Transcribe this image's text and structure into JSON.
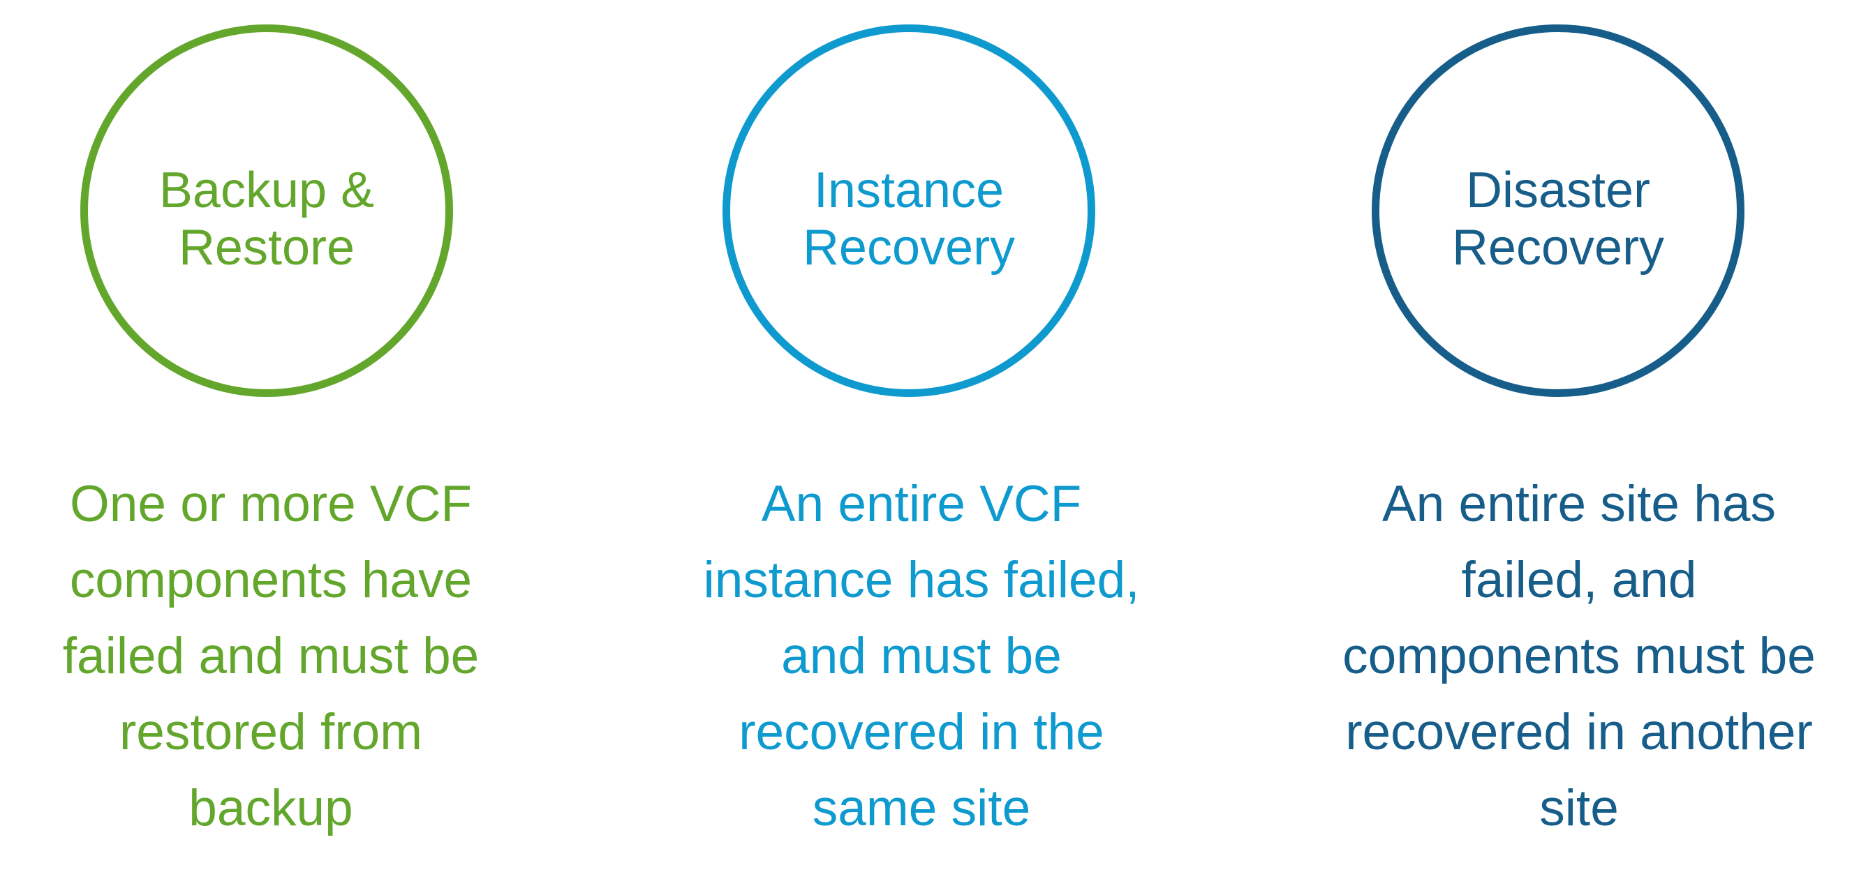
{
  "page": {
    "background_color": "#FFFFFF"
  },
  "columns": [
    {
      "id": "backup-restore",
      "color": "#63A62C",
      "label_lines": [
        "Backup &",
        "Restore"
      ],
      "description_lines": [
        "One or more VCF",
        "components have",
        "failed and must be",
        "restored from",
        "backup"
      ]
    },
    {
      "id": "instance-recovery",
      "color": "#0E9ACF",
      "label_lines": [
        "Instance",
        "Recovery"
      ],
      "description_lines": [
        "An entire VCF",
        "instance has failed,",
        "and must be",
        "recovered in the",
        "same site"
      ]
    },
    {
      "id": "disaster-recovery",
      "color": "#175D8A",
      "label_lines": [
        "Disaster",
        "Recovery"
      ],
      "description_lines": [
        "An entire site has",
        "failed, and",
        "components must be",
        "recovered in another",
        "site"
      ]
    }
  ]
}
